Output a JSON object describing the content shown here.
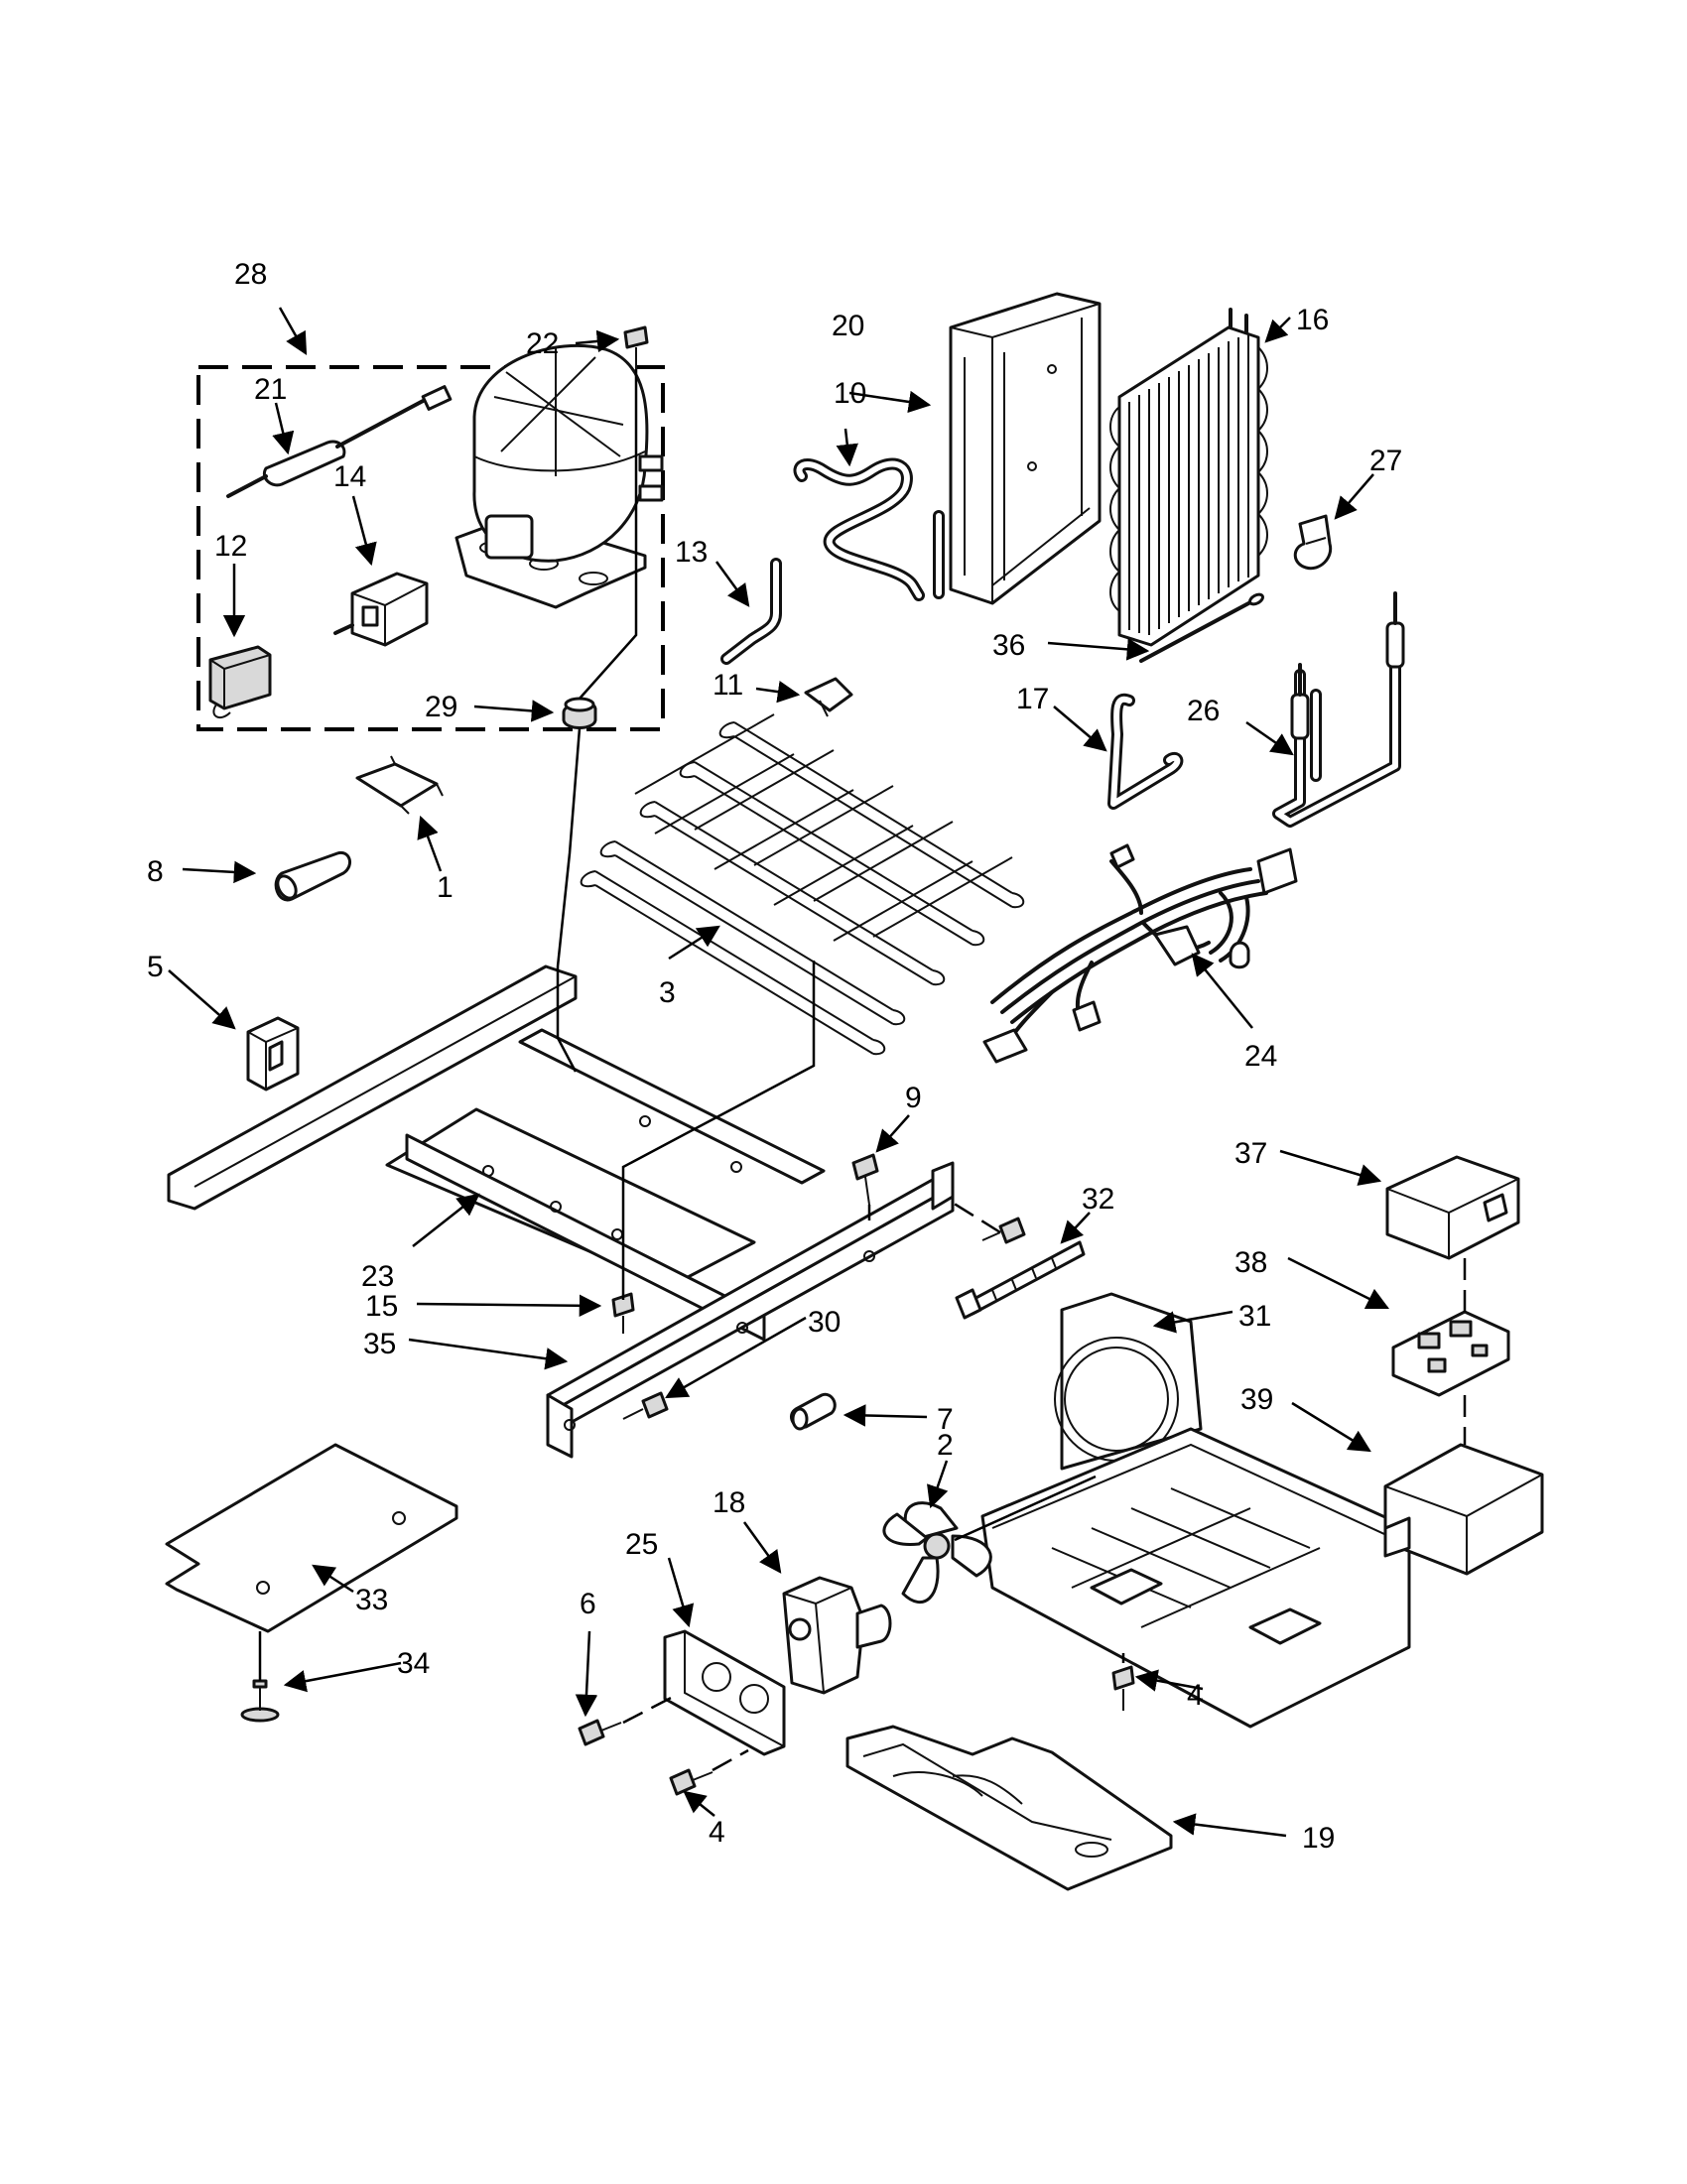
{
  "diagram": {
    "colors": {
      "line": "#111111",
      "fill": "#ffffff",
      "shade": "#d9d9d9"
    },
    "callouts": [
      {
        "id": "c1",
        "label": "1"
      },
      {
        "id": "c2",
        "label": "2"
      },
      {
        "id": "c3",
        "label": "3"
      },
      {
        "id": "c4a",
        "label": "4"
      },
      {
        "id": "c4b",
        "label": "4"
      },
      {
        "id": "c5",
        "label": "5"
      },
      {
        "id": "c6",
        "label": "6"
      },
      {
        "id": "c7",
        "label": "7"
      },
      {
        "id": "c8",
        "label": "8"
      },
      {
        "id": "c9",
        "label": "9"
      },
      {
        "id": "c10",
        "label": "10"
      },
      {
        "id": "c11",
        "label": "11"
      },
      {
        "id": "c12",
        "label": "12"
      },
      {
        "id": "c13",
        "label": "13"
      },
      {
        "id": "c14",
        "label": "14"
      },
      {
        "id": "c15",
        "label": "15"
      },
      {
        "id": "c16",
        "label": "16"
      },
      {
        "id": "c17",
        "label": "17"
      },
      {
        "id": "c18",
        "label": "18"
      },
      {
        "id": "c19",
        "label": "19"
      },
      {
        "id": "c20",
        "label": "20"
      },
      {
        "id": "c21",
        "label": "21"
      },
      {
        "id": "c22",
        "label": "22"
      },
      {
        "id": "c23",
        "label": "23"
      },
      {
        "id": "c24",
        "label": "24"
      },
      {
        "id": "c25",
        "label": "25"
      },
      {
        "id": "c26",
        "label": "26"
      },
      {
        "id": "c27",
        "label": "27"
      },
      {
        "id": "c28",
        "label": "28"
      },
      {
        "id": "c29",
        "label": "29"
      },
      {
        "id": "c30",
        "label": "30"
      },
      {
        "id": "c31",
        "label": "31"
      },
      {
        "id": "c32",
        "label": "32"
      },
      {
        "id": "c33",
        "label": "33"
      },
      {
        "id": "c34",
        "label": "34"
      },
      {
        "id": "c35",
        "label": "35"
      },
      {
        "id": "c36",
        "label": "36"
      },
      {
        "id": "c37",
        "label": "37"
      },
      {
        "id": "c38",
        "label": "38"
      },
      {
        "id": "c39",
        "label": "39"
      }
    ]
  }
}
